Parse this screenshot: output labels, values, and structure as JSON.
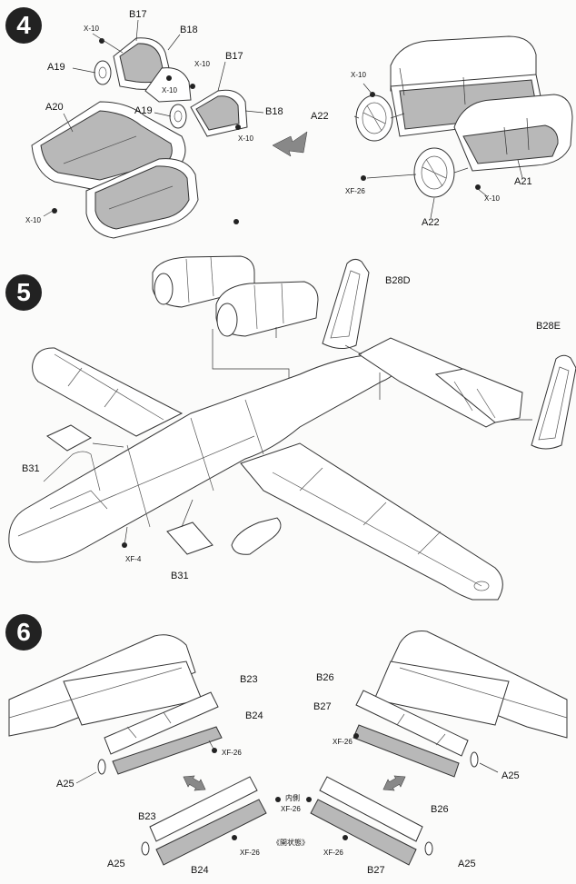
{
  "steps": {
    "s4": {
      "number": "4",
      "labels": {
        "x10_a": "X-10",
        "b17_a": "B17",
        "b18_a": "B18",
        "a19_a": "A19",
        "x10_b": "X-10",
        "b17_b": "B17",
        "a19_b": "A19",
        "b18_b": "B18",
        "a20": "A20",
        "x10_c": "X-10",
        "x10_d": "X-10",
        "x10_r1": "X-10",
        "a22_a": "A22",
        "xf26": "XF-26",
        "a22_b": "A22",
        "x10_r2": "X-10",
        "a21": "A21"
      }
    },
    "s5": {
      "number": "5",
      "labels": {
        "b28d": "B28D",
        "b28e": "B28E",
        "b31_a": "B31",
        "b31_b": "B31",
        "xf4": "XF-4"
      }
    },
    "s6": {
      "number": "6",
      "labels": {
        "b23_a": "B23",
        "b24_a": "B24",
        "xf26_a": "XF-26",
        "a25_a": "A25",
        "b26_a": "B26",
        "b27_a": "B27",
        "xf26_b": "XF-26",
        "a25_b": "A25",
        "inner": "内側",
        "xf26_c": "XF-26",
        "open": "《開状態》",
        "b23_b": "B23",
        "a25_c": "A25",
        "xf26_d": "XF-26",
        "b24_b": "B24",
        "b26_b": "B26",
        "xf26_e": "XF-26",
        "b27_b": "B27",
        "a25_d": "A25"
      }
    }
  },
  "colors": {
    "ink": "#222222",
    "shade": "#b8b8b8",
    "paper": "#fbfbfa"
  }
}
